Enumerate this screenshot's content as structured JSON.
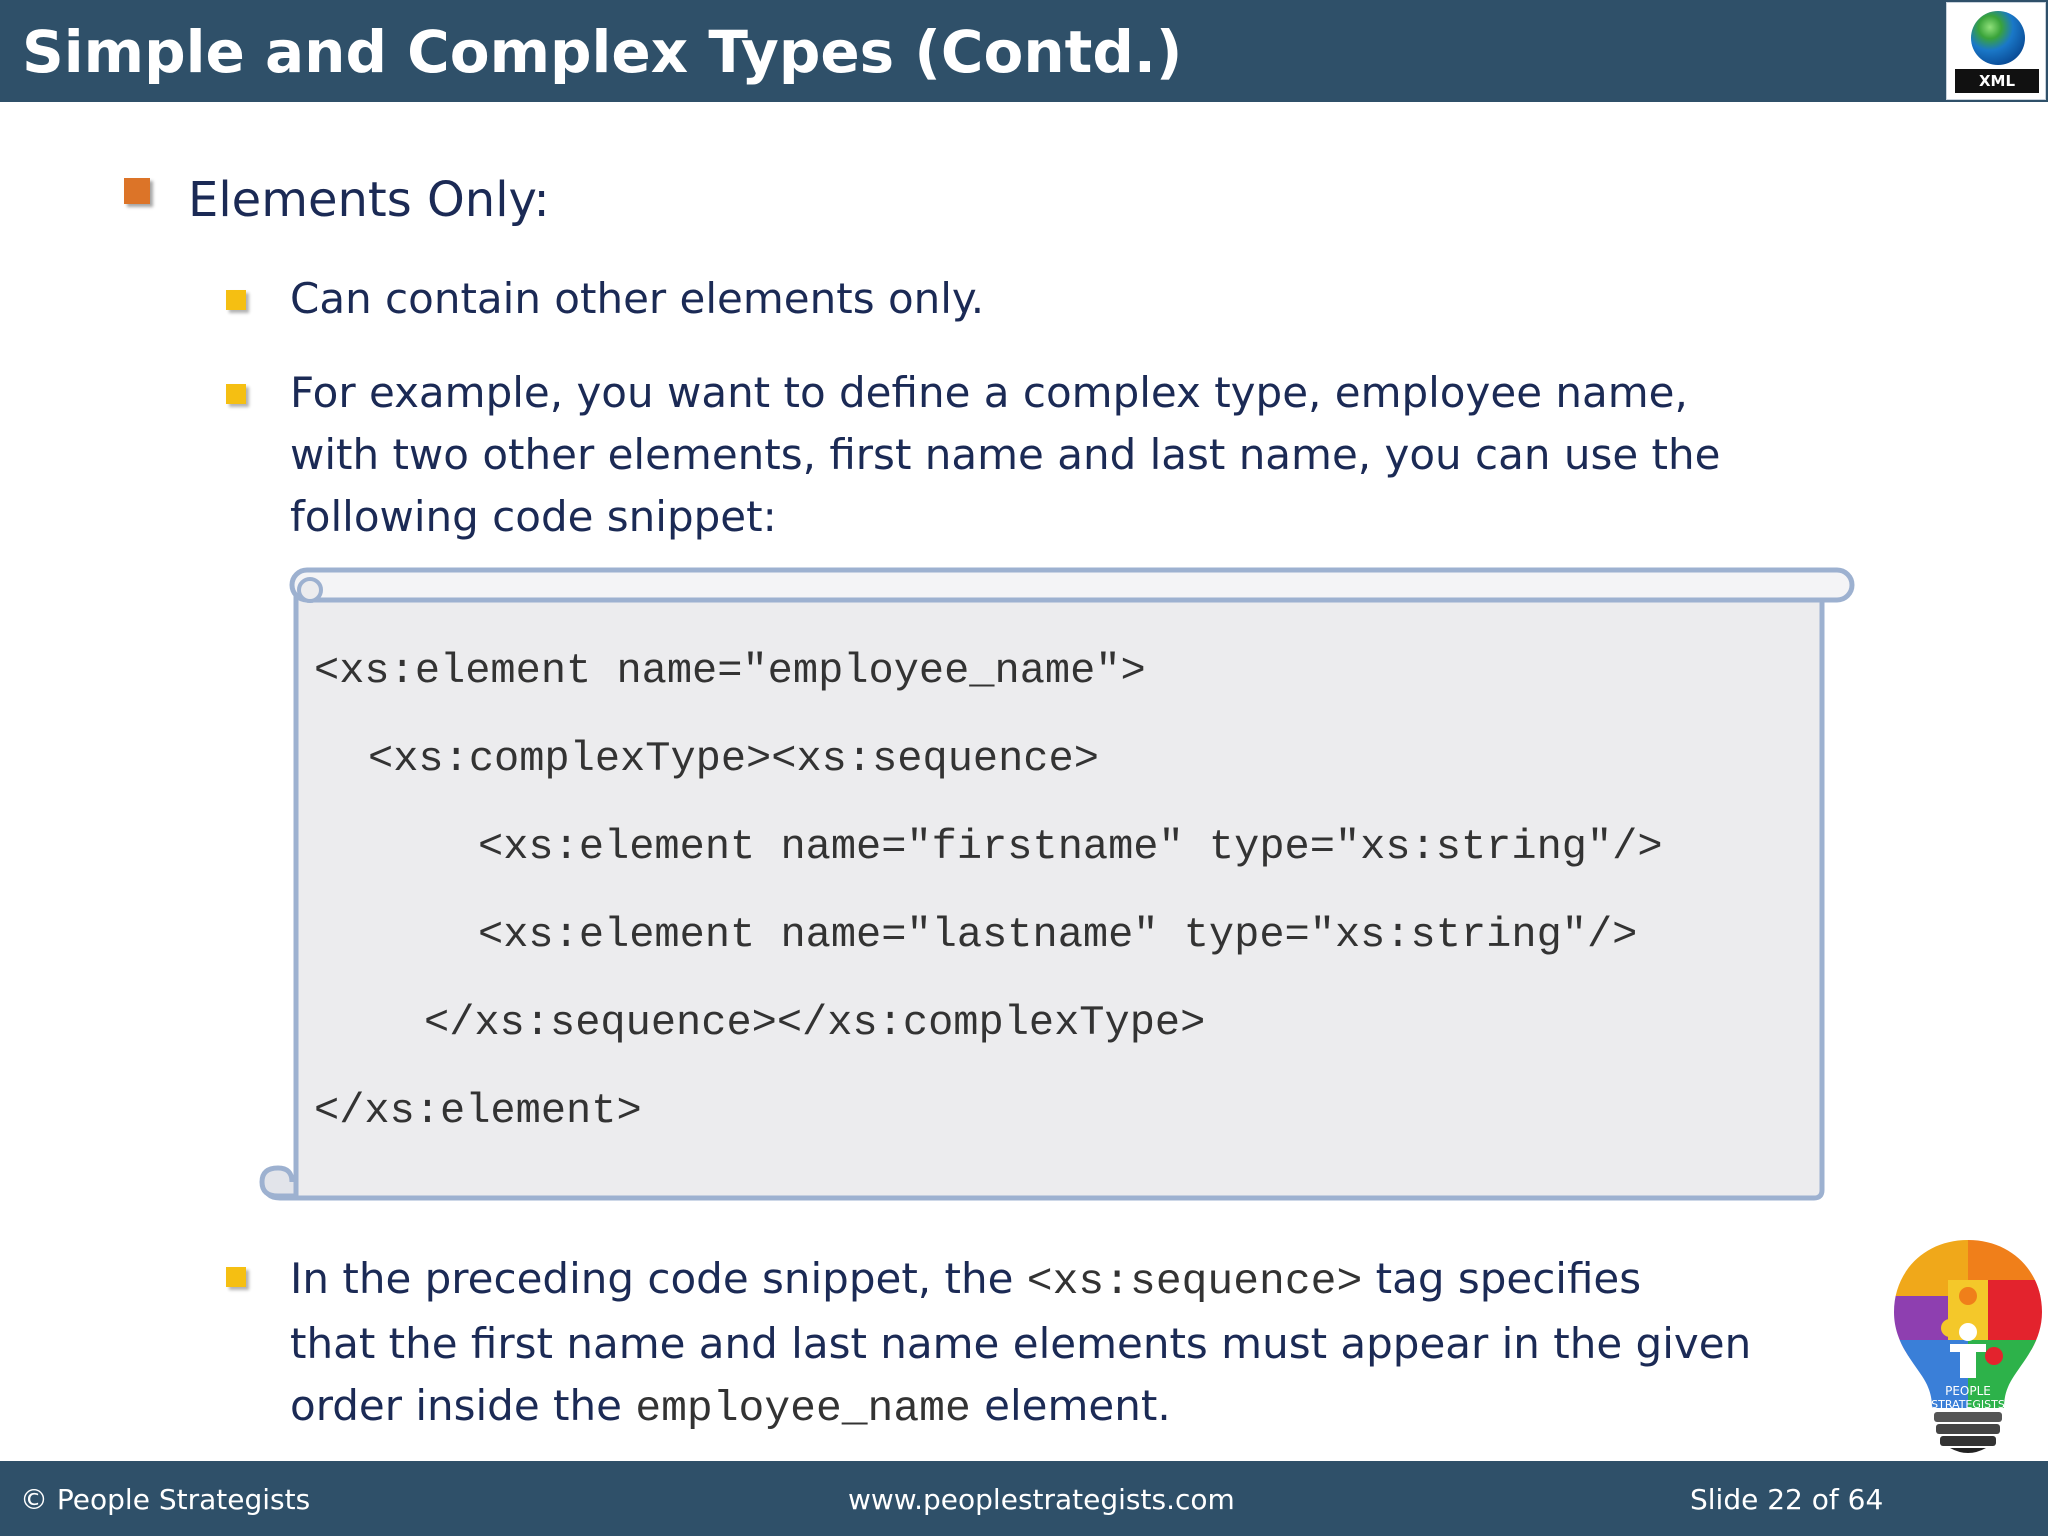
{
  "header": {
    "title": "Simple and Complex Types (Contd.)",
    "logo_label": "XML"
  },
  "content": {
    "heading": "Elements Only:",
    "bullet1": "Can contain other elements only.",
    "bullet2_lines": [
      "For example, you want to define a complex type, employee name,",
      "with two other elements, first name and last name, you can use the",
      "following code snippet:"
    ],
    "code_lines": [
      "<xs:element name=\"employee_name\">",
      "<xs:complexType><xs:sequence>",
      "<xs:element name=\"firstname\" type=\"xs:string\"/>",
      "<xs:element name=\"lastname\" type=\"xs:string\"/>",
      "</xs:sequence></xs:complexType>",
      "</xs:element>"
    ],
    "bullet3": {
      "line1_before": "In the preceding code snippet, the ",
      "line1_code": "<xs:sequence>",
      "line1_after": " tag specifies",
      "line2": "that the first name and last name elements must appear in the given",
      "line3_before": "order inside the ",
      "line3_code": "employee_name",
      "line3_after": " element."
    }
  },
  "footer": {
    "copyright": "© People Strategists",
    "website": "www.peoplestrategists.com",
    "slide_number": "Slide 22 of 64"
  },
  "brand_logo_text": [
    "PEOPLE",
    "STRATEGISTS"
  ],
  "colors": {
    "title_bar": "#2f5069",
    "level1_bullet": "#dc7428",
    "level2_bullet": "#f5bf12",
    "body_text": "#1b2a55",
    "code_box_fill": "#ececee",
    "code_box_border": "#9db1d0"
  }
}
